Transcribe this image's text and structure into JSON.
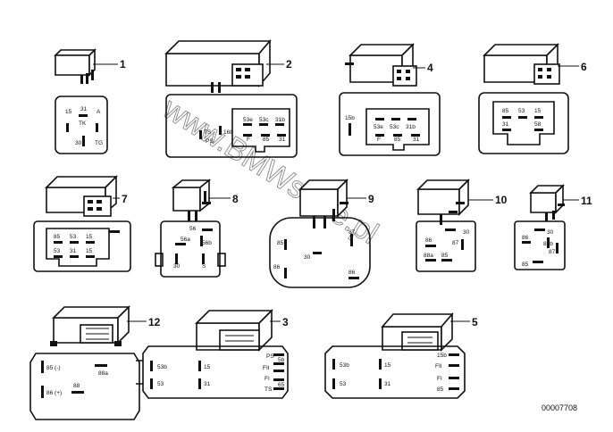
{
  "watermark": "www.BMWstore.pl",
  "diagram_code": "00007708",
  "relays": [
    {
      "callout": "1",
      "terminals": [
        "15",
        "31",
        "A",
        "TK",
        "30",
        "TG"
      ]
    },
    {
      "callout": "2",
      "terminals": [
        "TS",
        "PS",
        "16b",
        "53e",
        "53c",
        "31b",
        "F",
        "85",
        "31"
      ]
    },
    {
      "callout": "4",
      "terminals": [
        "15b",
        "53e",
        "53c",
        "31b",
        "F",
        "85",
        "31"
      ]
    },
    {
      "callout": "6",
      "terminals": [
        "85",
        "53",
        "15",
        "31",
        "58"
      ]
    },
    {
      "callout": "7",
      "terminals": [
        "85",
        "53",
        "15",
        "53",
        "31",
        "15"
      ]
    },
    {
      "callout": "8",
      "terminals": [
        "56",
        "56b",
        "56a",
        "30",
        "S"
      ]
    },
    {
      "callout": "9",
      "terminals": [
        "85",
        "87",
        "30",
        "86",
        "86"
      ]
    },
    {
      "callout": "10",
      "terminals": [
        "30",
        "86",
        "87",
        "88a",
        "85"
      ]
    },
    {
      "callout": "11",
      "terminals": [
        "30",
        "86",
        "87b",
        "87",
        "85"
      ]
    },
    {
      "callout": "12",
      "terminals": [
        "85 (-)",
        "88a",
        "86 (+)",
        "88"
      ]
    },
    {
      "callout": "3",
      "terminals": [
        "53b",
        "15",
        "PS",
        "5b",
        "FII",
        "53",
        "31",
        "FI",
        "TS",
        "65"
      ]
    },
    {
      "callout": "5",
      "terminals": [
        "53b",
        "15",
        "15b",
        "FII",
        "53",
        "31",
        "FI",
        "85"
      ]
    }
  ]
}
